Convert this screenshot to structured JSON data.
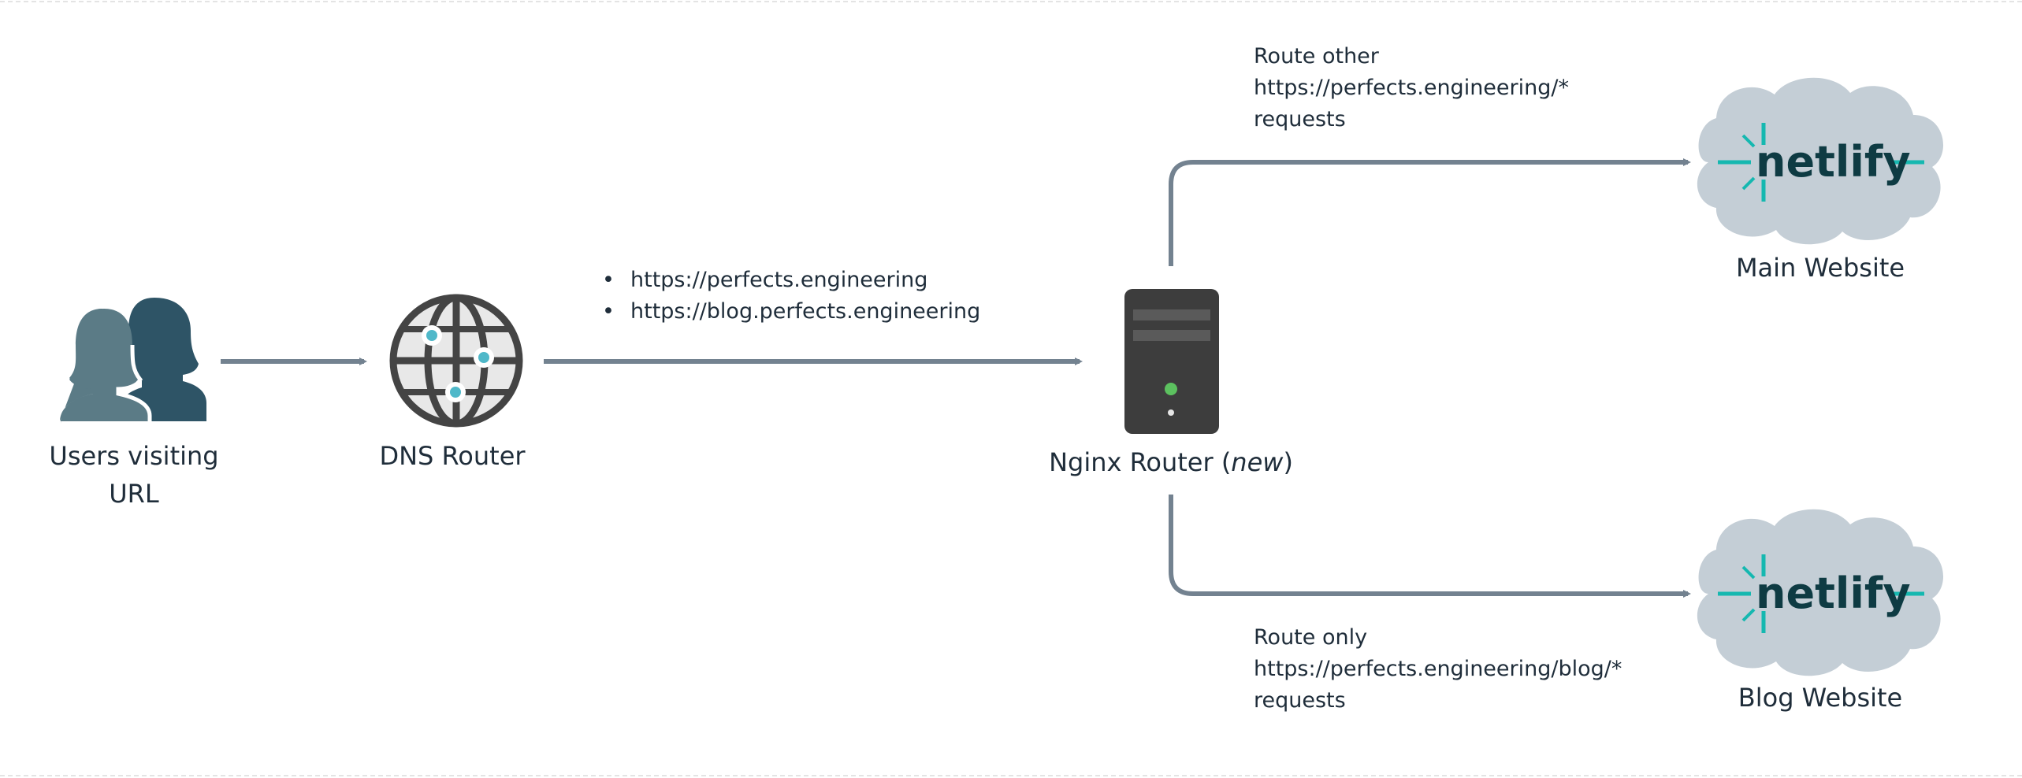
{
  "nodes": {
    "users": {
      "label_line1": "Users visiting",
      "label_line2": "URL"
    },
    "dns": {
      "label": "DNS Router"
    },
    "nginx": {
      "label_main": "Nginx Router (",
      "label_em": "new",
      "label_close": ")"
    },
    "main_site": {
      "label": "Main Website",
      "logo_text": "netlify"
    },
    "blog_site": {
      "label": "Blog Website",
      "logo_text": "netlify"
    }
  },
  "edges": {
    "dns_to_nginx": {
      "urls": [
        "https://perfects.engineering",
        "https://blog.perfects.engineering"
      ]
    },
    "nginx_to_main": {
      "line1": "Route other",
      "line2": "https://perfects.engineering/*",
      "line3": "requests"
    },
    "nginx_to_blog": {
      "line1": "Route only",
      "line2": "https://perfects.engineering/blog/*",
      "line3": "requests"
    }
  },
  "colors": {
    "arrow": "#738290",
    "user_front": "#5b7b86",
    "user_back": "#2e5466",
    "globe_dark": "#444444",
    "globe_light": "#e8e8e8",
    "globe_dot": "#4fb8c9",
    "server": "#3d3d3d",
    "server_led": "#5cc15f",
    "cloud": "#c4ced6",
    "netlify_teal": "#15b8b0",
    "netlify_text": "#0e3b43"
  },
  "icons": [
    "users-icon",
    "globe-icon",
    "server-icon",
    "netlify-cloud-icon"
  ]
}
